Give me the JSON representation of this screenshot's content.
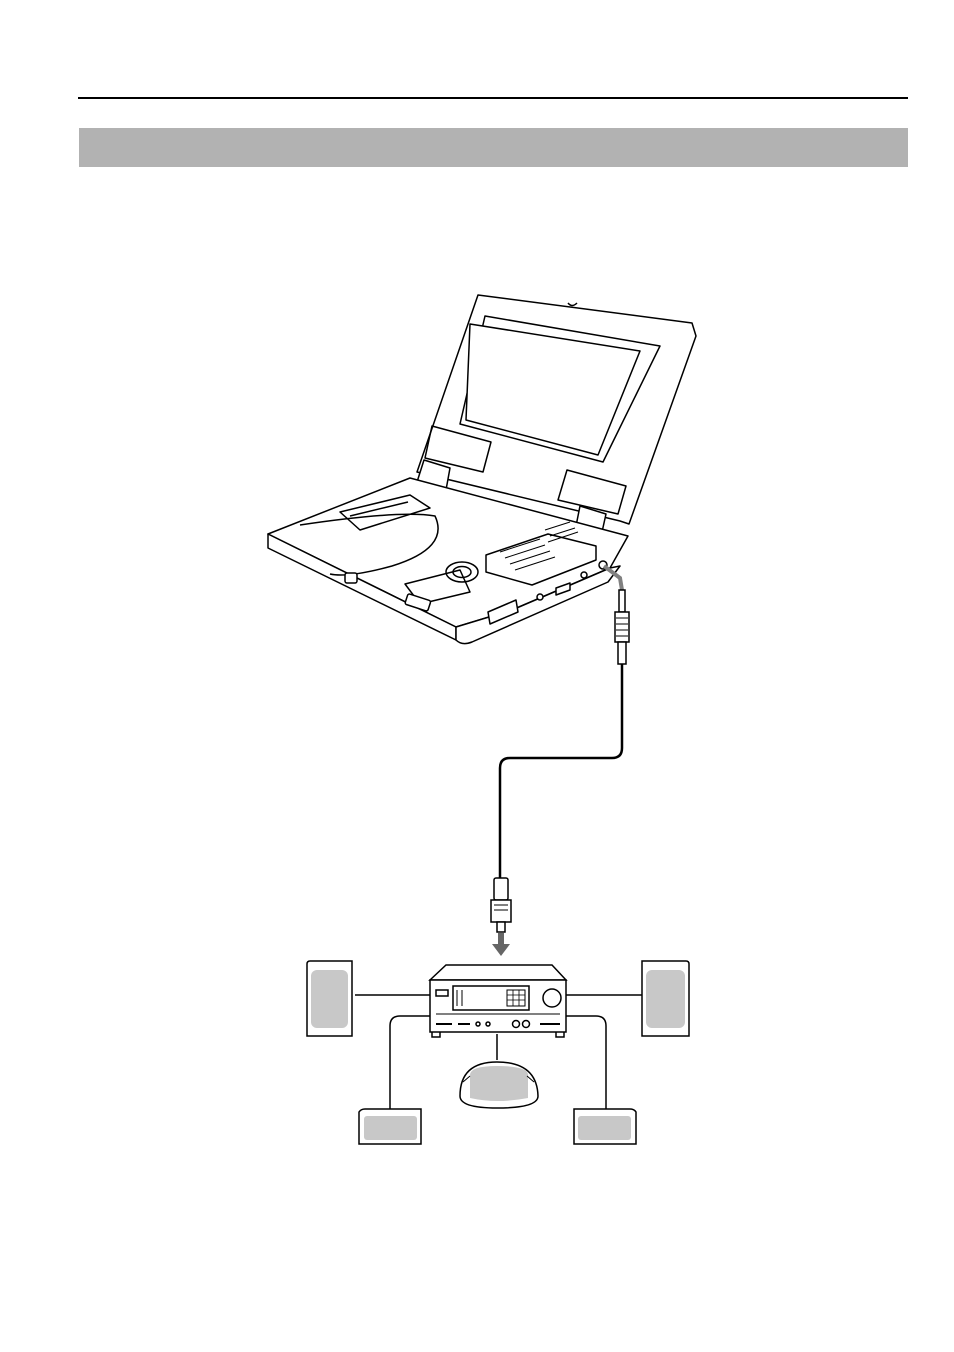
{
  "page": {
    "rule_color": "#000000",
    "section_bar_color": "#b2b2b2"
  },
  "diagram": {
    "devices": [
      {
        "id": "portable-dvd-player",
        "icon": "portable-dvd-player-icon"
      },
      {
        "id": "stereo-mini-plug",
        "icon": "mini-plug-icon"
      },
      {
        "id": "connection-cable",
        "icon": "cable-icon"
      },
      {
        "id": "optical-digital-plug",
        "icon": "optical-plug-icon"
      },
      {
        "id": "av-amplifier",
        "icon": "amplifier-icon"
      },
      {
        "id": "front-left-speaker",
        "icon": "speaker-icon"
      },
      {
        "id": "front-right-speaker",
        "icon": "speaker-icon"
      },
      {
        "id": "center-speaker",
        "icon": "center-speaker-icon"
      },
      {
        "id": "rear-left-speaker",
        "icon": "speaker-icon"
      },
      {
        "id": "rear-right-speaker",
        "icon": "speaker-icon"
      }
    ],
    "colors": {
      "line": "#000000",
      "speaker_fill": "#c8c8c8",
      "arrow": "#666666",
      "screen": "#ffffff"
    }
  }
}
